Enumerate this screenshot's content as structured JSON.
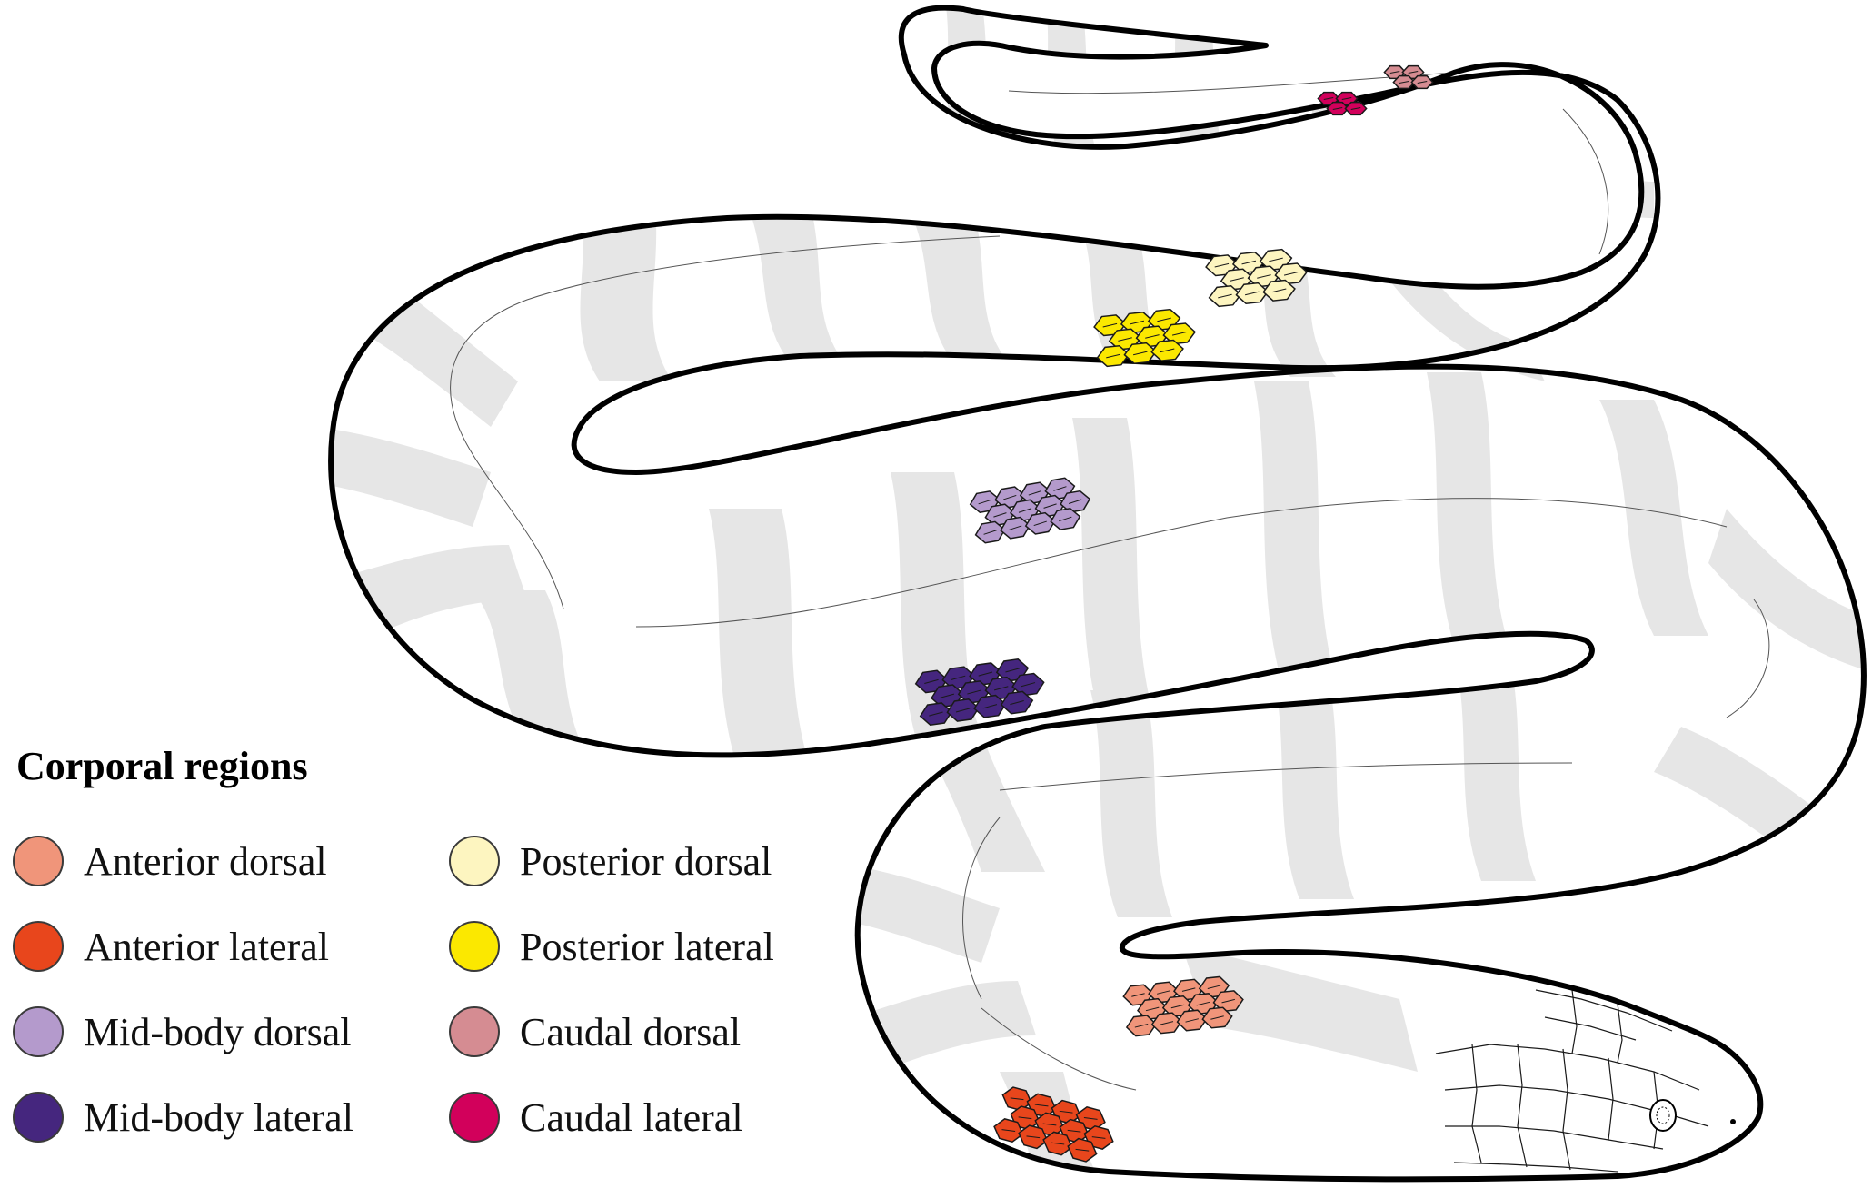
{
  "legend": {
    "title": "Corporal regions",
    "items": [
      {
        "key": "anterior_dorsal",
        "label": "Anterior dorsal",
        "color": "#F0957A"
      },
      {
        "key": "anterior_lateral",
        "label": "Anterior lateral",
        "color": "#E8461C"
      },
      {
        "key": "midbody_dorsal",
        "label": "Mid-body dorsal",
        "color": "#B49ACC"
      },
      {
        "key": "midbody_lateral",
        "label": "Mid-body lateral",
        "color": "#45267E"
      },
      {
        "key": "posterior_dorsal",
        "label": "Posterior dorsal",
        "color": "#FDF5C0"
      },
      {
        "key": "posterior_lateral",
        "label": "Posterior lateral",
        "color": "#FBE800"
      },
      {
        "key": "caudal_dorsal",
        "label": "Caudal dorsal",
        "color": "#D58C92"
      },
      {
        "key": "caudal_lateral",
        "label": "Caudal lateral",
        "color": "#D2005B"
      }
    ]
  },
  "colors": {
    "body_fill": "#FFFFFF",
    "band_fill": "#E6E6E6",
    "outline": "#000000",
    "scale_stroke": "#1A1A1A"
  }
}
